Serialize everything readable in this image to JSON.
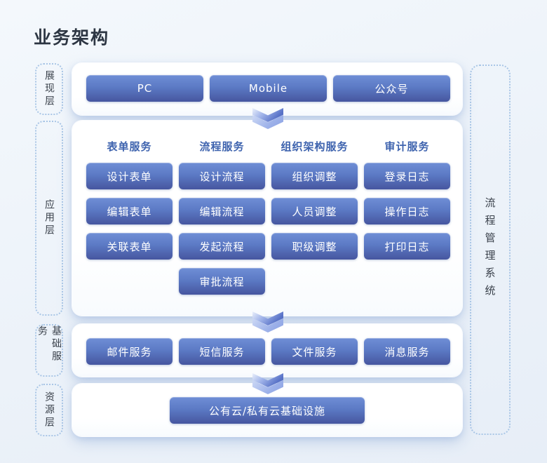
{
  "page": {
    "title": "业务架构"
  },
  "layers": {
    "presentation": "展现层",
    "application": "应用层",
    "base": "基础服务",
    "resource": "资源层"
  },
  "right_rail": {
    "label": "流程管理系统"
  },
  "presentation": {
    "items": [
      "PC",
      "Mobile",
      "公众号"
    ]
  },
  "application": {
    "columns": [
      {
        "header": "表单服务",
        "items": [
          "设计表单",
          "编辑表单",
          "关联表单"
        ]
      },
      {
        "header": "流程服务",
        "items": [
          "设计流程",
          "编辑流程",
          "发起流程",
          "审批流程"
        ]
      },
      {
        "header": "组织架构服务",
        "items": [
          "组织调整",
          "人员调整",
          "职级调整"
        ]
      },
      {
        "header": "审计服务",
        "items": [
          "登录日志",
          "操作日志",
          "打印日志"
        ]
      }
    ]
  },
  "base_services": {
    "items": [
      "邮件服务",
      "短信服务",
      "文件服务",
      "消息服务"
    ]
  },
  "resource": {
    "item": "公有云/私有云基础设施"
  },
  "colors": {
    "node_gradient_top": "#6f8ed6",
    "node_gradient_bottom": "#46569f",
    "column_header": "#3e63ae",
    "title_text": "#2d3643",
    "label_border": "#a9c6e6",
    "page_background": "#ecf2f9",
    "arrow_blue": "#5a74c8"
  }
}
